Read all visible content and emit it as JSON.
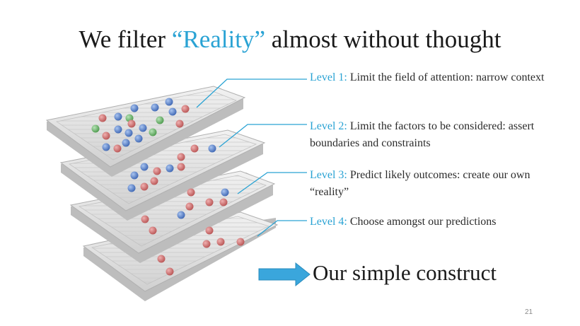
{
  "slide": {
    "title_pre": "We filter ",
    "title_highlight": "“Reality”",
    "title_post": " almost without thought",
    "levels": [
      {
        "prefix": "Level 1:",
        "text": " Limit the field of attention: narrow context"
      },
      {
        "prefix": "Level 2:",
        "text": " Limit the factors to be considered: assert boundaries and constraints"
      },
      {
        "prefix": "Level 3:",
        "text": " Predict likely outcomes: create our own “reality”"
      },
      {
        "prefix": "Level 4:",
        "text": " Choose amongst our predictions"
      }
    ],
    "construct": "Our simple construct",
    "page_number": "21"
  },
  "colors": {
    "accent": "#2aa3d4",
    "arrow": "#3aa6dc",
    "marble_red": "#c96a6a",
    "marble_blue": "#4f7fc9",
    "marble_green": "#6fb36f",
    "tray": "#d6d6d6"
  }
}
